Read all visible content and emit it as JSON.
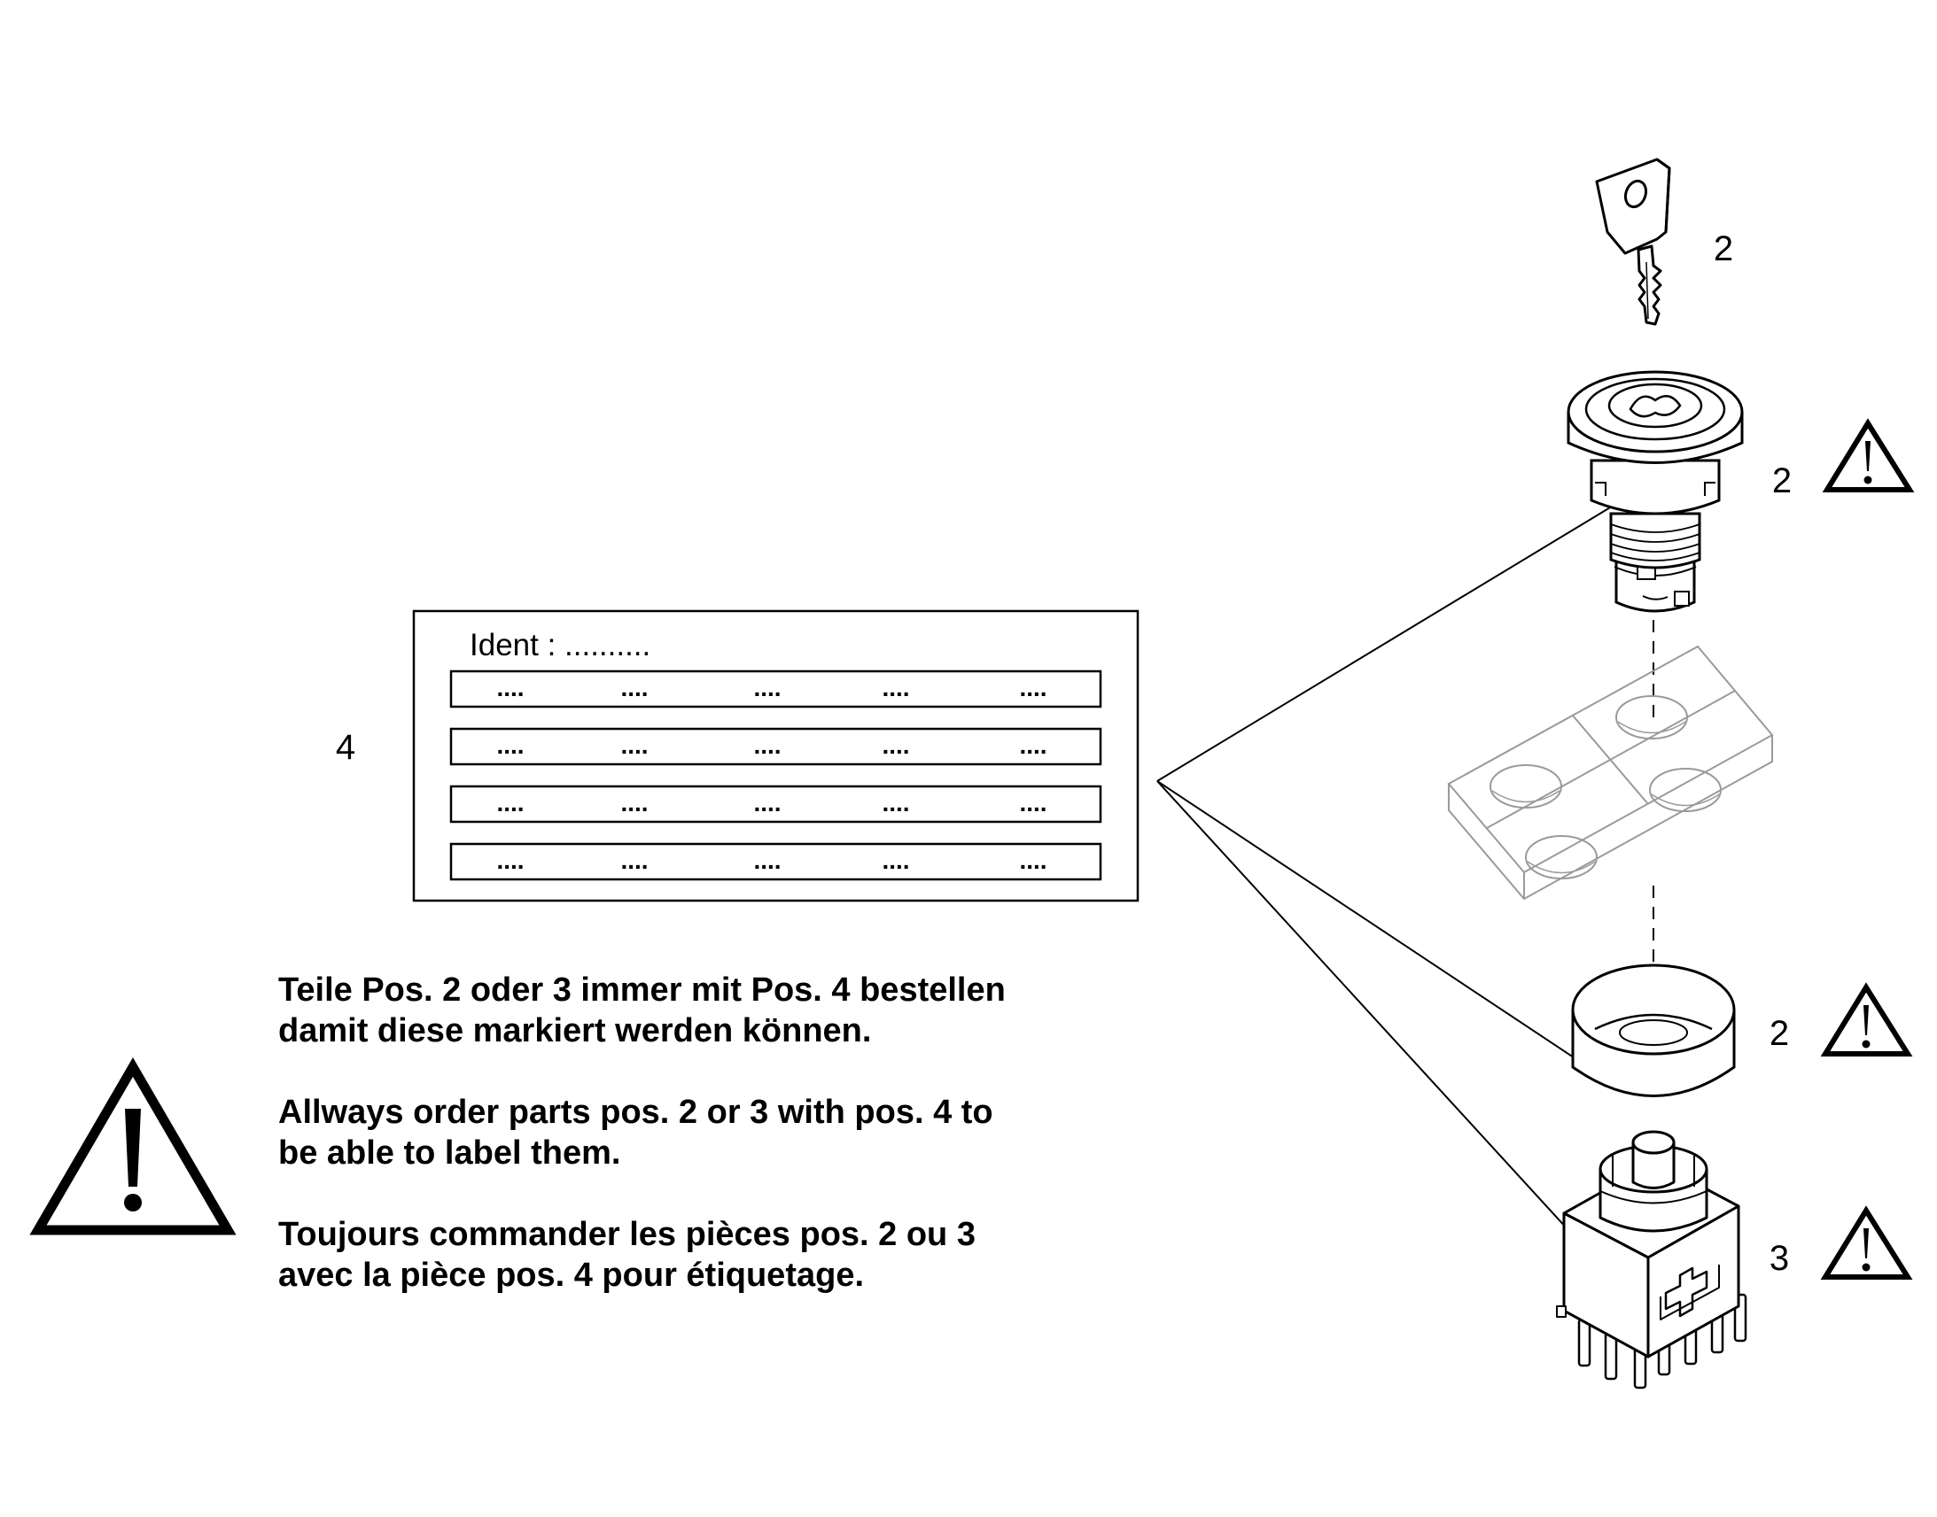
{
  "label_card": {
    "ident_text": "Ident : ..........",
    "rows": [
      [
        "....",
        "....",
        "....",
        "....",
        "...."
      ],
      [
        "....",
        "....",
        "....",
        "....",
        "...."
      ],
      [
        "....",
        "....",
        "....",
        "....",
        "...."
      ],
      [
        "....",
        "....",
        "....",
        "....",
        "...."
      ]
    ]
  },
  "positions": {
    "label_card": "4",
    "key": "2",
    "lock_cylinder": "2",
    "ring": "2",
    "switch_block": "3"
  },
  "notes": {
    "german": [
      "Teile Pos. 2 oder 3 immer mit Pos. 4 bestellen",
      "damit diese markiert werden können."
    ],
    "english": [
      "Allways order parts pos. 2 or 3 with pos. 4 to",
      "be able to label them."
    ],
    "french": [
      "Toujours commander les pièces pos. 2 ou 3",
      "avec la pièce pos. 4 pour étiquetage."
    ]
  },
  "icons": {
    "warning": "warning-triangle-icon",
    "key": "key-icon",
    "lock": "lock-cylinder-icon",
    "plate": "mounting-plate-icon",
    "ring": "ring-icon",
    "switch": "switch-block-icon"
  }
}
